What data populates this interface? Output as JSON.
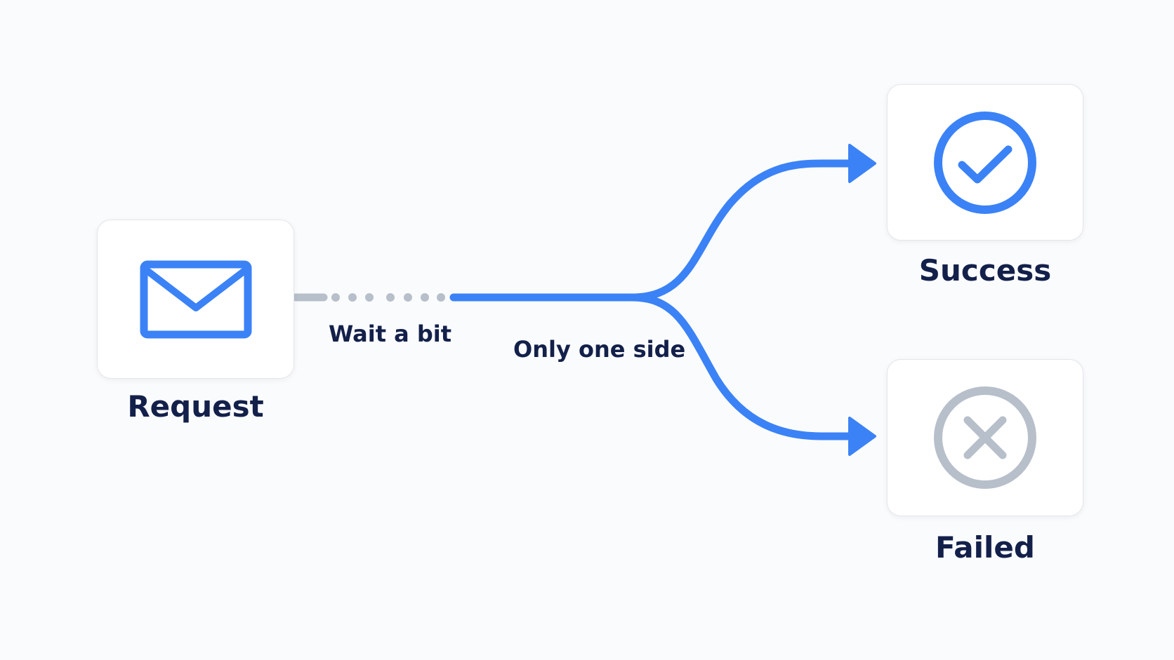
{
  "nodes": {
    "request": {
      "label": "Request",
      "icon": "envelope-icon"
    },
    "success": {
      "label": "Success",
      "icon": "check-circle-icon"
    },
    "failed": {
      "label": "Failed",
      "icon": "x-circle-icon"
    }
  },
  "edges": {
    "wait": {
      "label": "Wait a bit",
      "style": "dotted"
    },
    "branch": {
      "label": "Only one side",
      "style": "solid-forking"
    }
  },
  "colors": {
    "accent": "#3b82f6",
    "muted": "#b7bfca",
    "text": "#13204a",
    "card_border": "#e3e6ea",
    "background": "#fafbfc"
  }
}
